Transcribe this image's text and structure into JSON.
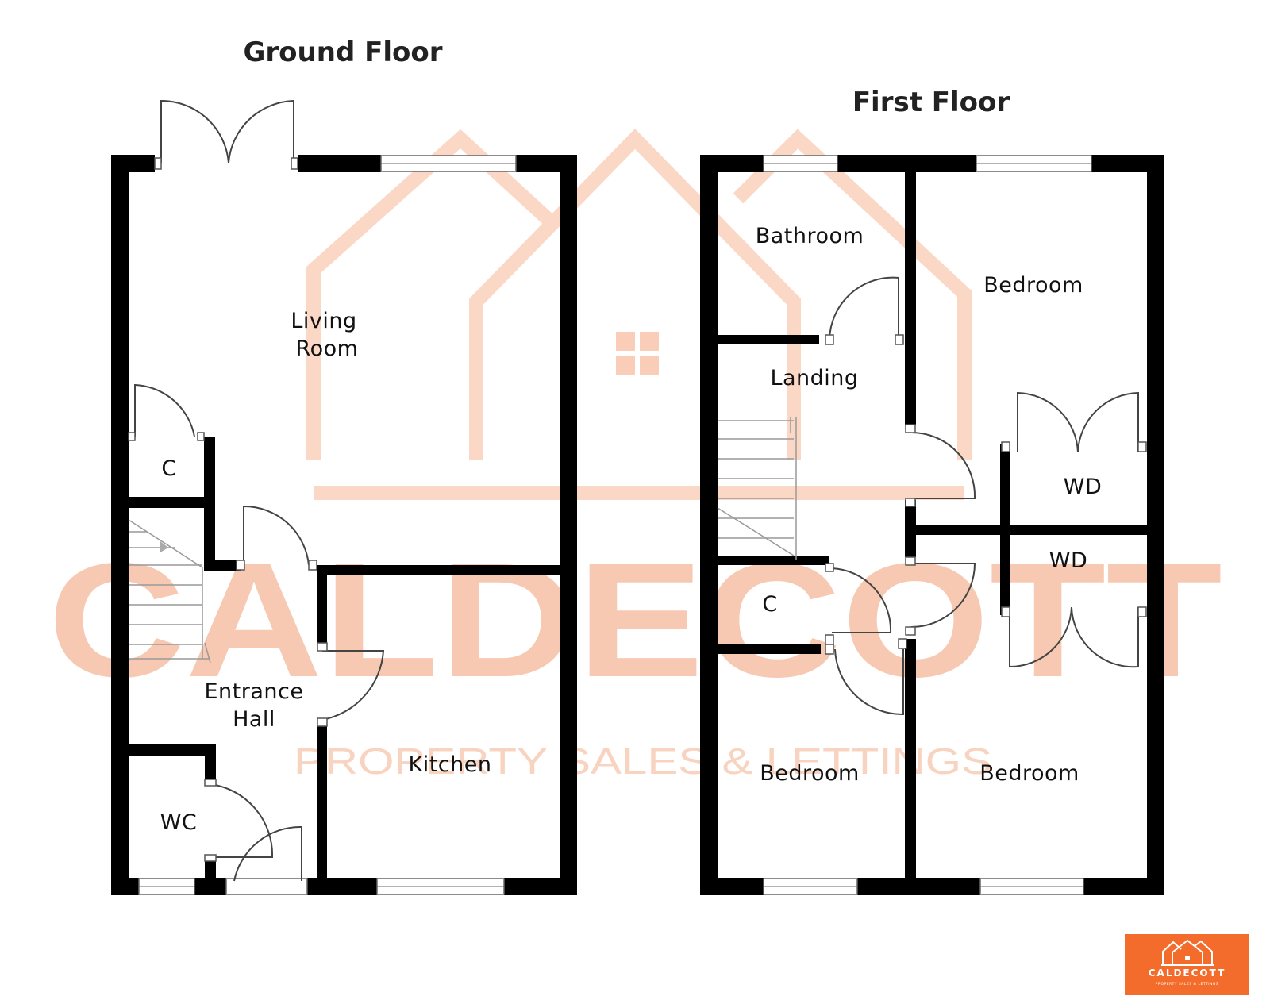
{
  "floors": {
    "ground": {
      "title": "Ground Floor",
      "rooms": {
        "living": [
          "Living",
          "Room"
        ],
        "cupboard": "C",
        "entrance": [
          "Entrance",
          "Hall"
        ],
        "kitchen": "Kitchen",
        "wc": "WC"
      }
    },
    "first": {
      "title": "First Floor",
      "rooms": {
        "bathroom": "Bathroom",
        "bedroom_top": "Bedroom",
        "landing": "Landing",
        "wardrobe_1": "WD",
        "wardrobe_2": "WD",
        "cupboard": "C",
        "bedroom_left": "Bedroom",
        "bedroom_right": "Bedroom"
      }
    }
  },
  "watermark": {
    "brand": "CALDECOTT",
    "tagline": "PROPERTY SALES & LETTINGS"
  },
  "logo": {
    "name": "CALDECOTT",
    "tagline": "PROPERTY SALES & LETTINGS"
  },
  "colors": {
    "brand_orange": "#f36c2b",
    "watermark": "#f7c9b3",
    "wall": "#000000"
  }
}
